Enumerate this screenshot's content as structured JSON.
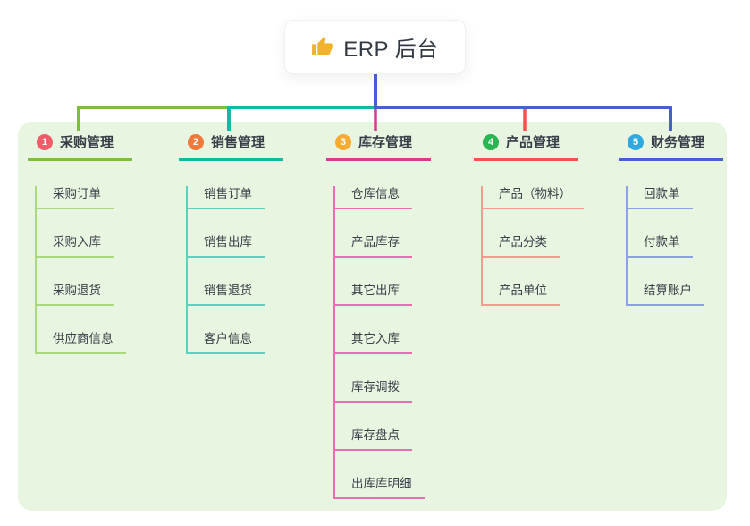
{
  "root": {
    "title": "ERP 后台",
    "icon": "thumbs-up-icon",
    "icon_color": "#f2b32c"
  },
  "panel": {
    "background": "#e8f5e1"
  },
  "columns": [
    {
      "num": "1",
      "title": "采购管理",
      "badge_color": "#f25b68",
      "accent": "#7cbe41",
      "light": "#a9d87e",
      "children": [
        "采购订单",
        "采购入库",
        "采购退货",
        "供应商信息"
      ]
    },
    {
      "num": "2",
      "title": "销售管理",
      "badge_color": "#f0793b",
      "accent": "#14b9a6",
      "light": "#5ed0c0",
      "children": [
        "销售订单",
        "销售出库",
        "销售退货",
        "客户信息"
      ]
    },
    {
      "num": "3",
      "title": "库存管理",
      "badge_color": "#f6ac30",
      "accent": "#d43b92",
      "light": "#e96fb2",
      "children": [
        "仓库信息",
        "产品库存",
        "其它出库",
        "其它入库",
        "库存调拨",
        "库存盘点",
        "出库库明细"
      ]
    },
    {
      "num": "4",
      "title": "产品管理",
      "badge_color": "#2bb450",
      "accent": "#f4514f",
      "light": "#f89a90",
      "children": [
        "产品（物料）",
        "产品分类",
        "产品单位"
      ]
    },
    {
      "num": "5",
      "title": "财务管理",
      "badge_color": "#2fa9df",
      "accent": "#4660d2",
      "light": "#8ba3e4",
      "children": [
        "回款单",
        "付款单",
        "结算账户"
      ]
    }
  ]
}
